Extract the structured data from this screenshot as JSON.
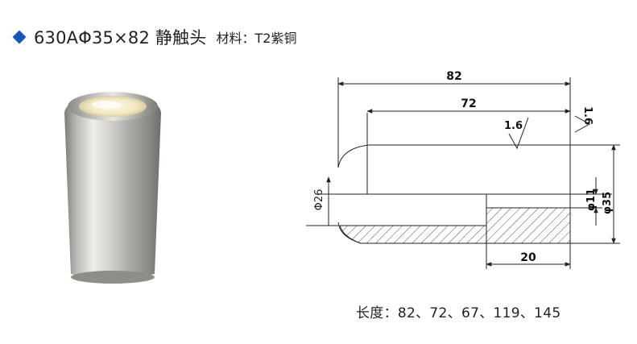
{
  "header": {
    "title": "630AΦ35×82 静触头",
    "material": "材料：T2紫铜"
  },
  "drawing": {
    "dim_overall_length": "82",
    "dim_bore_length": "72",
    "dim_step_length": "20",
    "dim_outer_diameter": "φ35",
    "dim_bore_diameter": "φ11",
    "dim_mid_diameter": "Φ26",
    "roughness_top": "1.6",
    "roughness_inner": "1.6"
  },
  "footer": {
    "lengths": "长度：82、72、67、119、145"
  },
  "colors": {
    "accent": "#1a56b8",
    "line": "#222222"
  }
}
